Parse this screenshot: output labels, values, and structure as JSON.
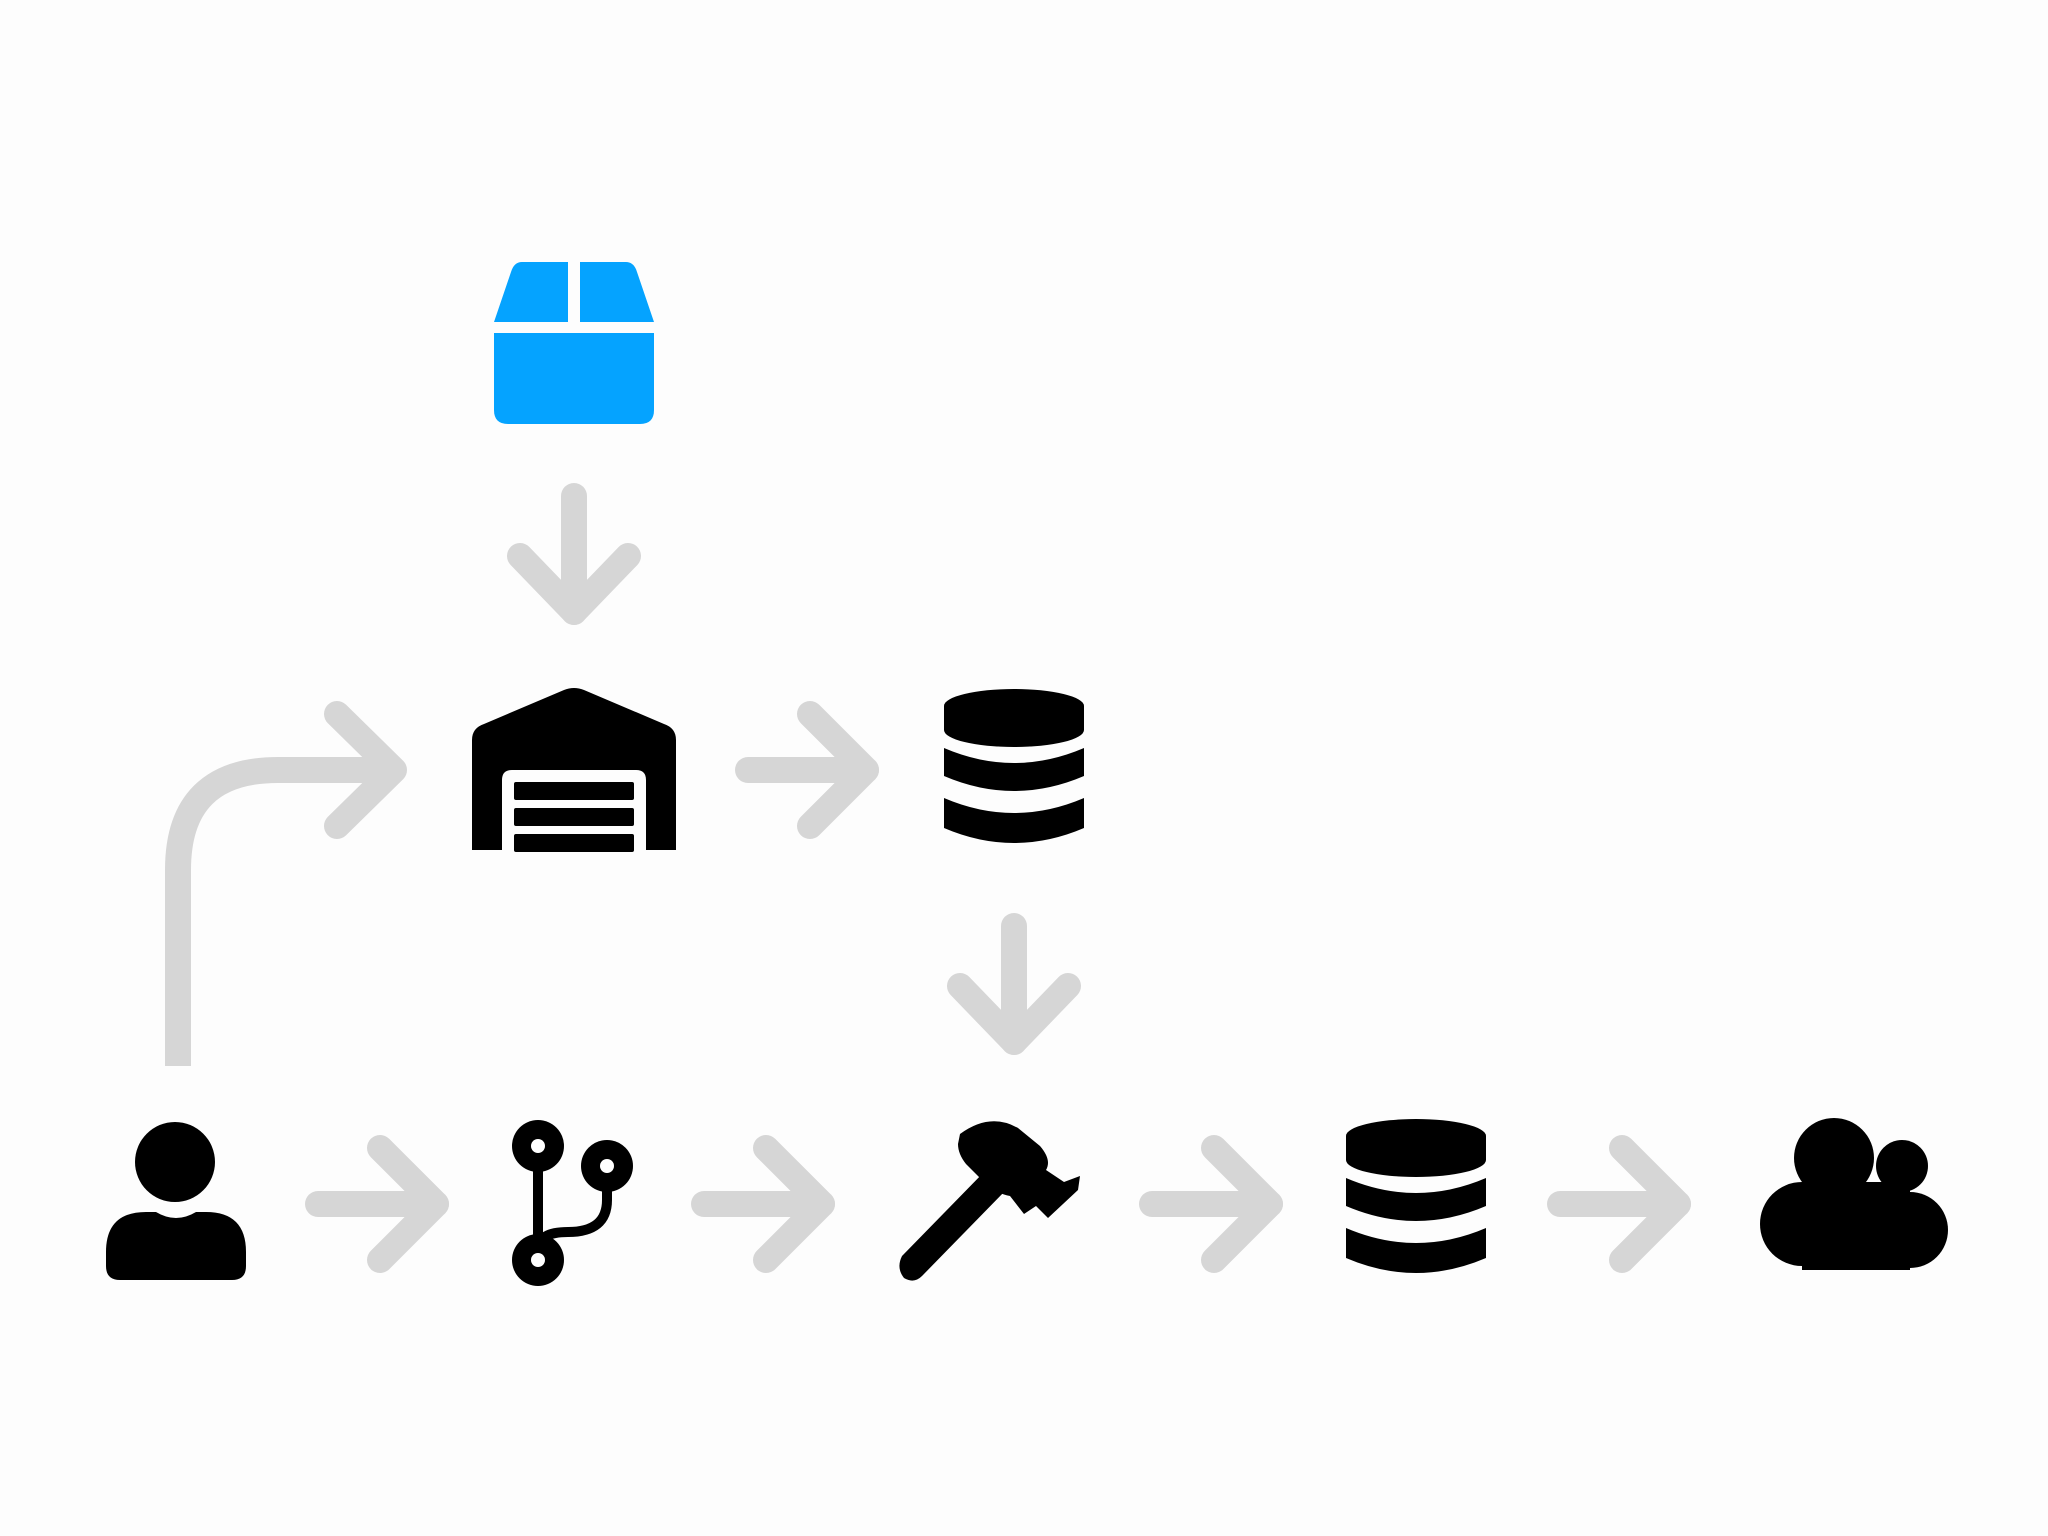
{
  "diagram": {
    "nodes": [
      {
        "id": "package",
        "icon": "package-icon"
      },
      {
        "id": "warehouse",
        "icon": "warehouse-icon"
      },
      {
        "id": "database-top",
        "icon": "database-icon"
      },
      {
        "id": "user",
        "icon": "user-icon"
      },
      {
        "id": "source-control",
        "icon": "git-branch-icon"
      },
      {
        "id": "build",
        "icon": "hammer-icon"
      },
      {
        "id": "database-bottom",
        "icon": "database-icon"
      },
      {
        "id": "cloud",
        "icon": "cloud-icon"
      }
    ],
    "edges": [
      {
        "from": "package",
        "to": "warehouse"
      },
      {
        "from": "user",
        "to": "warehouse"
      },
      {
        "from": "warehouse",
        "to": "database-top"
      },
      {
        "from": "database-top",
        "to": "build"
      },
      {
        "from": "user",
        "to": "source-control"
      },
      {
        "from": "source-control",
        "to": "build"
      },
      {
        "from": "build",
        "to": "database-bottom"
      },
      {
        "from": "database-bottom",
        "to": "cloud"
      }
    ]
  },
  "colors": {
    "background": "#fdfdfd",
    "icon": "#000000",
    "accent": "#05a3ff",
    "arrow": "#d6d6d6"
  }
}
